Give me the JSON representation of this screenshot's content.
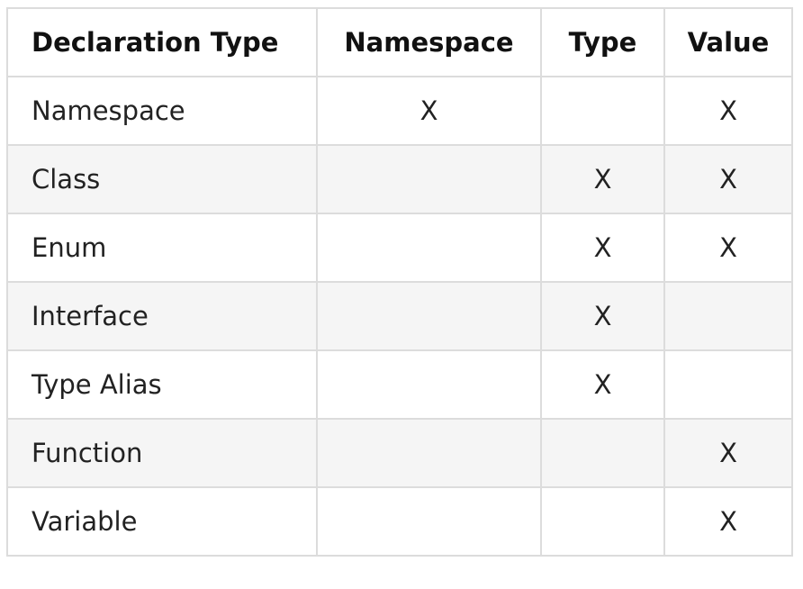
{
  "table": {
    "headers": [
      "Declaration Type",
      "Namespace",
      "Type",
      "Value"
    ],
    "rows": [
      {
        "declaration_type": "Namespace",
        "namespace": "X",
        "type": "",
        "value": "X"
      },
      {
        "declaration_type": "Class",
        "namespace": "",
        "type": "X",
        "value": "X"
      },
      {
        "declaration_type": "Enum",
        "namespace": "",
        "type": "X",
        "value": "X"
      },
      {
        "declaration_type": "Interface",
        "namespace": "",
        "type": "X",
        "value": ""
      },
      {
        "declaration_type": "Type Alias",
        "namespace": "",
        "type": "X",
        "value": ""
      },
      {
        "declaration_type": "Function",
        "namespace": "",
        "type": "",
        "value": "X"
      },
      {
        "declaration_type": "Variable",
        "namespace": "",
        "type": "",
        "value": "X"
      }
    ]
  },
  "colors": {
    "border": "#dcdcdc",
    "stripe": "#f5f5f5",
    "background": "#ffffff",
    "text": "#222222"
  }
}
